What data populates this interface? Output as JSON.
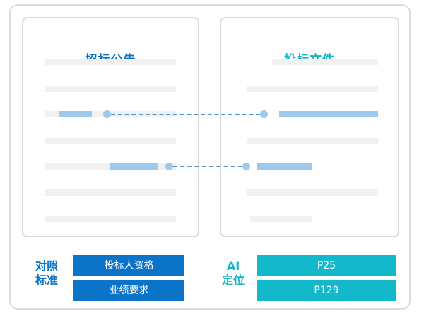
{
  "documents": {
    "left_title": "招标公告",
    "right_title": "投标文件"
  },
  "comparison": {
    "label": "对照标准",
    "label_line1": "对照",
    "label_line2": "标准",
    "items": [
      "投标人资格",
      "业绩要求"
    ]
  },
  "ai_location": {
    "label_line1": "AI",
    "label_line2": "定位",
    "pages": [
      "P25",
      "P129"
    ]
  },
  "colors": {
    "primary_blue": "#0b73c8",
    "accent_cyan": "#13b8cb",
    "highlight": "#9ec9ea",
    "placeholder_line": "#f1f1f1",
    "border": "#d9d9d9"
  }
}
